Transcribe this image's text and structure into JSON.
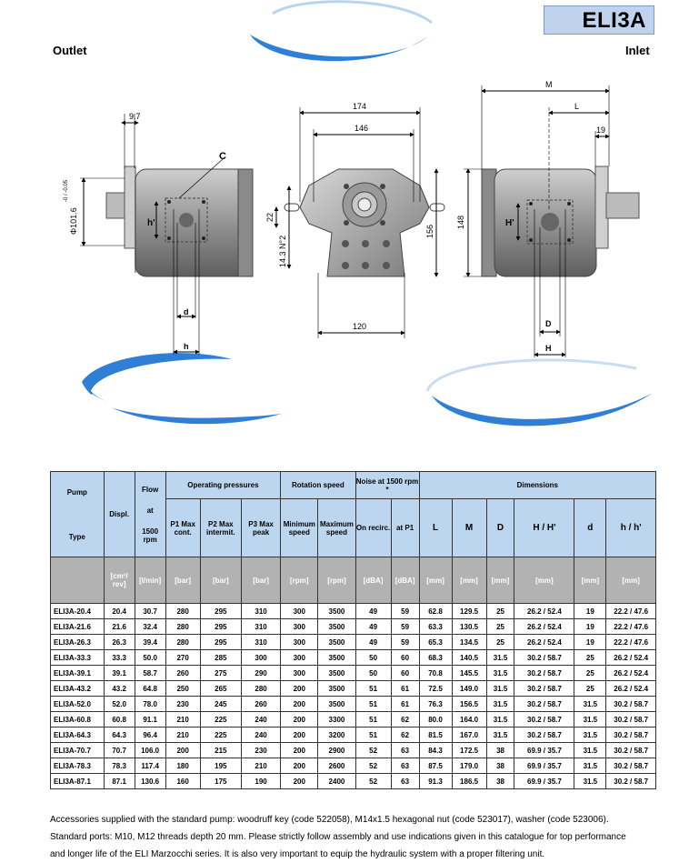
{
  "header": {
    "model": "ELI3A",
    "outlet_label": "Outlet",
    "inlet_label": "Inlet"
  },
  "drawing": {
    "left": {
      "dim_top": "9.7",
      "diameter": "Φ101.6",
      "tolerance": "-0 / -0.05",
      "label_c": "C",
      "label_h_prime": "h'",
      "label_d": "d",
      "label_h": "h"
    },
    "center": {
      "dim_174": "174",
      "dim_146": "146",
      "dim_22": "22",
      "dim_14_3": "14.3 N°2",
      "dim_156": "156",
      "dim_120": "120"
    },
    "right": {
      "dim_M": "M",
      "dim_L": "L",
      "dim_19": "19",
      "dim_148": "148",
      "label_H_prime": "H'",
      "label_D": "D",
      "label_H": "H"
    }
  },
  "table": {
    "header_groups": {
      "pump": "Pump",
      "type": "Type",
      "displ": "Displ.",
      "flow": "Flow",
      "flow_at": "at",
      "flow_rpm": "1500 rpm",
      "operating_pressures": "Operating pressures",
      "rotation_speed": "Rotation speed",
      "noise": "Noise at 1500 rpm *",
      "dimensions": "Dimensions"
    },
    "subheaders": [
      "P1 Max cont.",
      "P2 Max intermit.",
      "P3 Max peak",
      "Minimum speed",
      "Maximum speed",
      "On recirc.",
      "at P1",
      "L",
      "M",
      "D",
      "H / H'",
      "d",
      "h / h'"
    ],
    "units": [
      "",
      "[cm³/ rev]",
      "[l/min]",
      "[bar]",
      "[bar]",
      "[bar]",
      "[rpm]",
      "[rpm]",
      "[dBA]",
      "[dBA]",
      "[mm]",
      "[mm]",
      "[mm]",
      "[mm]",
      "[mm]",
      "[mm]"
    ],
    "rows": [
      [
        "ELI3A-20.4",
        "20.4",
        "30.7",
        "280",
        "295",
        "310",
        "300",
        "3500",
        "49",
        "59",
        "62.8",
        "129.5",
        "25",
        "26.2 / 52.4",
        "19",
        "22.2 / 47.6"
      ],
      [
        "ELI3A-21.6",
        "21.6",
        "32.4",
        "280",
        "295",
        "310",
        "300",
        "3500",
        "49",
        "59",
        "63.3",
        "130.5",
        "25",
        "26.2 / 52.4",
        "19",
        "22.2 / 47.6"
      ],
      [
        "ELI3A-26.3",
        "26.3",
        "39.4",
        "280",
        "295",
        "310",
        "300",
        "3500",
        "49",
        "59",
        "65.3",
        "134.5",
        "25",
        "26.2 / 52.4",
        "19",
        "22.2 / 47.6"
      ],
      [
        "ELI3A-33.3",
        "33.3",
        "50.0",
        "270",
        "285",
        "300",
        "300",
        "3500",
        "50",
        "60",
        "68.3",
        "140.5",
        "31.5",
        "30.2 / 58.7",
        "25",
        "26.2 / 52.4"
      ],
      [
        "ELI3A-39.1",
        "39.1",
        "58.7",
        "260",
        "275",
        "290",
        "300",
        "3500",
        "50",
        "60",
        "70.8",
        "145.5",
        "31.5",
        "30.2 / 58.7",
        "25",
        "26.2 / 52.4"
      ],
      [
        "ELI3A-43.2",
        "43.2",
        "64.8",
        "250",
        "265",
        "280",
        "200",
        "3500",
        "51",
        "61",
        "72.5",
        "149.0",
        "31.5",
        "30.2 / 58.7",
        "25",
        "26.2 / 52.4"
      ],
      [
        "ELI3A-52.0",
        "52.0",
        "78.0",
        "230",
        "245",
        "260",
        "200",
        "3500",
        "51",
        "61",
        "76.3",
        "156.5",
        "31.5",
        "30.2 / 58.7",
        "31.5",
        "30.2 / 58.7"
      ],
      [
        "ELI3A-60.8",
        "60.8",
        "91.1",
        "210",
        "225",
        "240",
        "200",
        "3300",
        "51",
        "62",
        "80.0",
        "164.0",
        "31.5",
        "30.2 / 58.7",
        "31.5",
        "30.2 / 58.7"
      ],
      [
        "ELI3A-64.3",
        "64.3",
        "96.4",
        "210",
        "225",
        "240",
        "200",
        "3200",
        "51",
        "62",
        "81.5",
        "167.0",
        "31.5",
        "30.2 / 58.7",
        "31.5",
        "30.2 / 58.7"
      ],
      [
        "ELI3A-70.7",
        "70.7",
        "106.0",
        "200",
        "215",
        "230",
        "200",
        "2900",
        "52",
        "63",
        "84.3",
        "172.5",
        "38",
        "69.9 / 35.7",
        "31.5",
        "30.2 / 58.7"
      ],
      [
        "ELI3A-78.3",
        "78.3",
        "117.4",
        "180",
        "195",
        "210",
        "200",
        "2600",
        "52",
        "63",
        "87.5",
        "179.0",
        "38",
        "69.9 / 35.7",
        "31.5",
        "30.2 / 58.7"
      ],
      [
        "ELI3A-87.1",
        "87.1",
        "130.6",
        "160",
        "175",
        "190",
        "200",
        "2400",
        "52",
        "63",
        "91.3",
        "186.5",
        "38",
        "69.9 / 35.7",
        "31.5",
        "30.2 / 58.7"
      ]
    ]
  },
  "footer": {
    "line1": "Accessories supplied with the standard pump: woodruff key (code 522058), M14x1.5 hexagonal nut (code 523017), washer (code 523006).",
    "line2": "Standard ports: M10, M12 threads depth 20 mm. Please strictly follow assembly and use indications given in this catalogue for top performance",
    "line3": "and longer life of the ELI Marzocchi series. It is also very important to equip the hydraulic system with a proper filtering unit."
  },
  "colors": {
    "accent_blue": "#2f7fd6",
    "title_bg": "#bfd4ec",
    "header_bg": "#bcd6ef",
    "units_bg": "#b2b2b2"
  }
}
